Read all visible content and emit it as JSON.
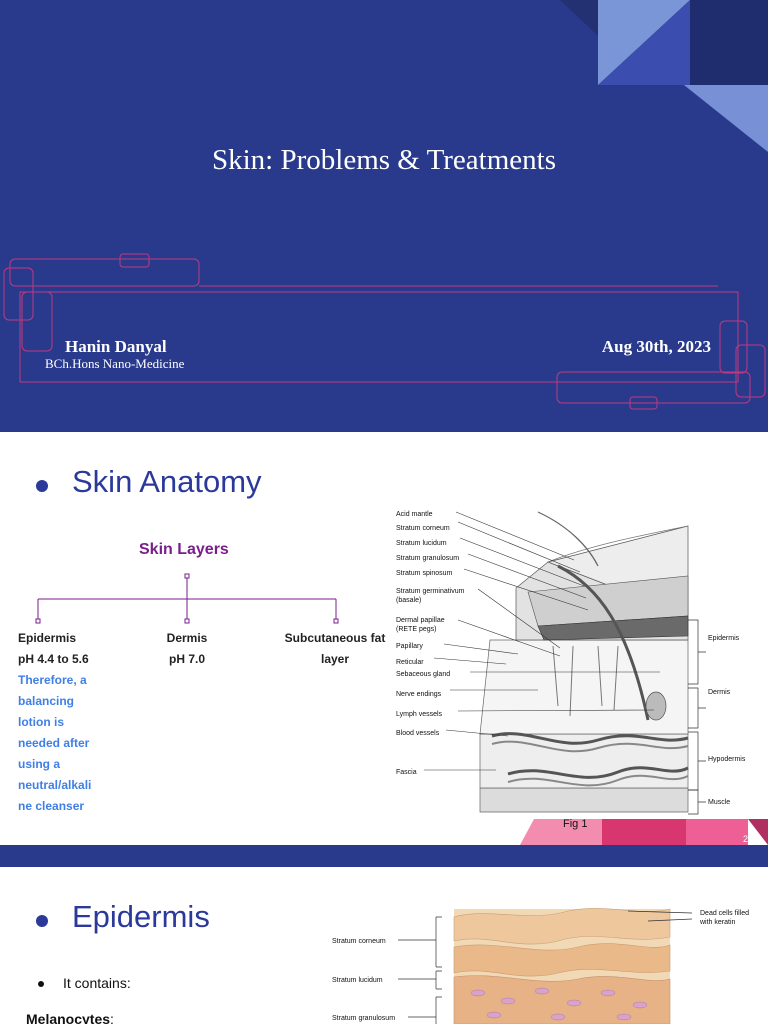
{
  "slide1": {
    "title": "Skin: Problems & Treatments",
    "author": "Hanin Danyal",
    "degree": "BCh.Hons Nano-Medicine",
    "date": "Aug 30th, 2023"
  },
  "slide2": {
    "heading": "Skin Anatomy",
    "tree_title": "Skin Layers",
    "epidermis": {
      "name": "Epidermis",
      "ph": "pH 4.4 to 5.6",
      "note_lines": [
        "Therefore, a",
        "balancing",
        "lotion is",
        "needed after",
        "using a",
        "neutral/alkali",
        "ne cleanser"
      ]
    },
    "dermis": {
      "name": "Dermis",
      "ph": "pH 7.0"
    },
    "subcutaneous": {
      "line1": "Subcutaneous fat",
      "line2": "layer"
    },
    "figure_labels_left": [
      "Acid mantle",
      "Stratum corneum",
      "Stratum lucidum",
      "Stratum granulosum",
      "Stratum spinosum",
      "Stratum germinativum",
      "(basale)",
      "Dermal papillae",
      "(RETE pegs)",
      "Papillary",
      "Reticular",
      "Sebaceous gland",
      "Nerve endings",
      "Lymph vessels",
      "Blood vessels",
      "Fascia"
    ],
    "figure_labels_right": [
      "Epidermis",
      "Dermis",
      "Hypodermis",
      "Muscle"
    ],
    "fig_caption": "Fig 1",
    "page_number": "2"
  },
  "slide3": {
    "heading": "Epidermis",
    "bullet": "It contains:",
    "subheading": "Melanocytes",
    "subheading_suffix": ":",
    "figure_labels_left": [
      "Stratum corneum",
      "Stratum lucidum",
      "Stratum granulosum"
    ],
    "figure_labels_right": [
      "Dead cells filled",
      "with keratin"
    ]
  },
  "colors": {
    "navy": "#293a8d",
    "heading_blue": "#2b3a9a",
    "purple": "#7b1e8c",
    "note_blue": "#3f7fe6",
    "pink": "#d7366f",
    "frame_pink": "#c0397f"
  }
}
